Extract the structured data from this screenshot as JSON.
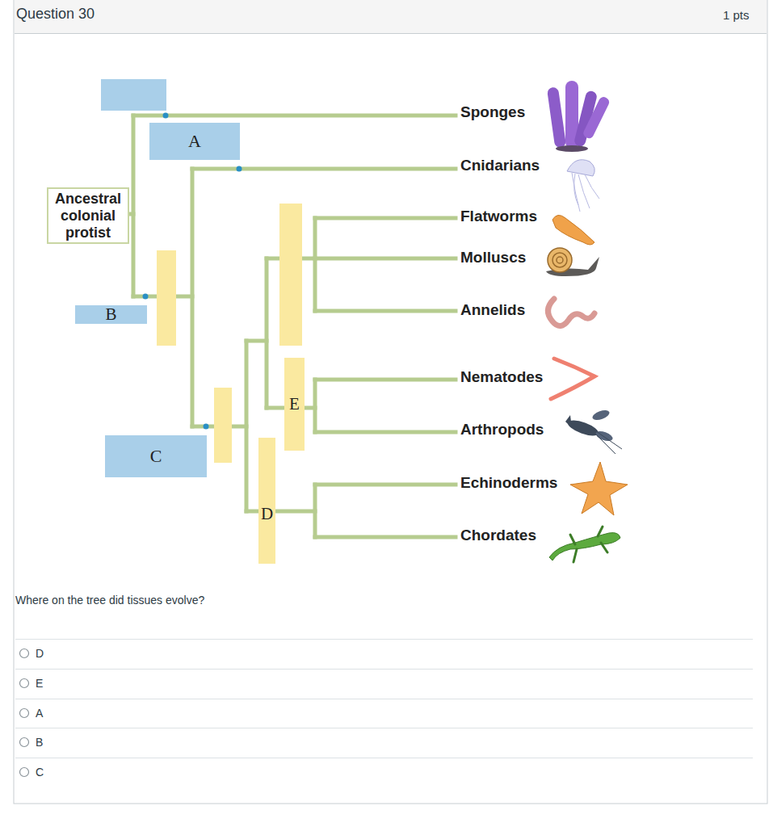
{
  "diagram": {
    "title": "Question 30",
    "nodes": [
      {
        "text": [
          "A"
        ]
      },
      {
        "text": [
          "Ancestral colonial protist"
        ]
      },
      {
        "text": [
          "B"
        ]
      },
      {
        "text": [
          "E"
        ]
      },
      {
        "text": [
          "C"
        ]
      },
      {
        "text": [
          "D"
        ]
      }
    ],
    "labels": [
      "1 pts",
      "Sponges",
      "Cnidarians",
      "Flatworms",
      "Molluscs",
      "Annelids",
      "Nematodes",
      "Arthropods",
      "Echinoderms",
      "Chordates",
      "Where on the tree did tissues evolve?",
      "D",
      "E",
      "A",
      "B",
      "C"
    ]
  }
}
